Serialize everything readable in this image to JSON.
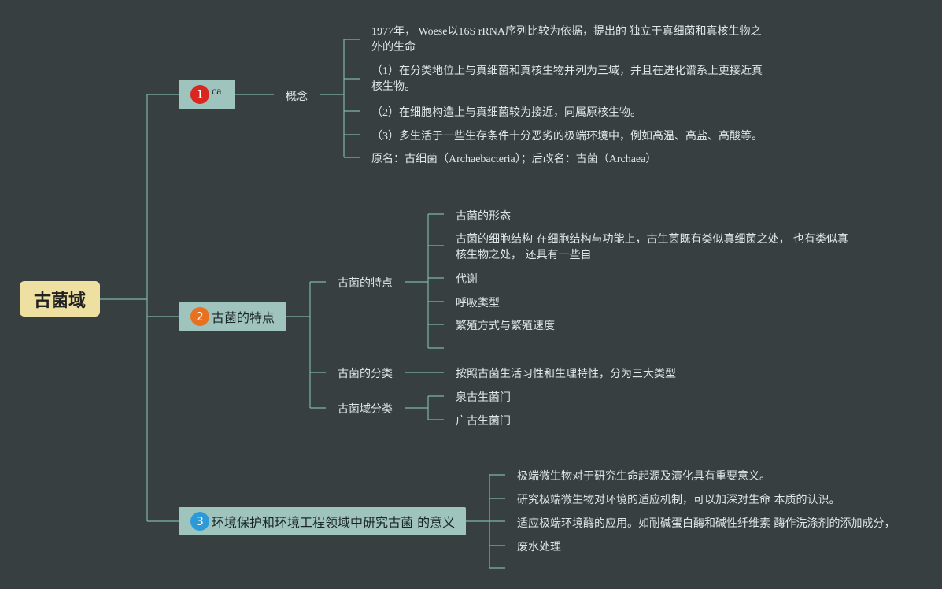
{
  "root": {
    "label": "古菌域"
  },
  "branches": [
    {
      "number": "1",
      "label": "ca",
      "children": [
        {
          "label": "概念",
          "children": [
            "1977年， Woese以16S rRNA序列比较为依据，提出的 独立于真细菌和真核生物之外的生命",
            "（1）在分类地位上与真细菌和真核生物并列为三域，并且在进化谱系上更接近真核生物。",
            "（2）在细胞构造上与真细菌较为接近，同属原核生物。",
            "（3）多生活于一些生存条件十分恶劣的极端环境中，例如高温、高盐、高酸等。",
            "原名：古细菌（Archaebacteria）；后改名：古菌（Archaea）"
          ]
        }
      ]
    },
    {
      "number": "2",
      "label": "古菌的特点",
      "children": [
        {
          "label": "古菌的特点",
          "children": [
            "古菌的形态",
            "古菌的细胞结构 在细胞结构与功能上，古生菌既有类似真细菌之处， 也有类似真核生物之处， 还具有一些自",
            "代谢",
            "呼吸类型",
            "繁殖方式与繁殖速度",
            ""
          ]
        },
        {
          "label": "古菌的分类",
          "children": [
            "按照古菌生活习性和生理特性，分为三大类型"
          ]
        },
        {
          "label": "古菌域分类",
          "children": [
            "泉古生菌门",
            "广古生菌门"
          ]
        }
      ]
    },
    {
      "number": "3",
      "label": "环境保护和环境工程领域中研究古菌 的意义",
      "children": [
        "极端微生物对于研究生命起源及演化具有重要意义。",
        "研究极端微生物对环境的适应机制，可以加深对生命 本质的认识。",
        "适应极端环境酶的应用。如耐碱蛋白酶和碱性纤维素 酶作洗涤剂的添加成分，",
        "废水处理",
        ""
      ]
    }
  ],
  "colors": {
    "background": "#373f41",
    "root_fill": "#eee0a0",
    "branch_fill": "#9ec4bd",
    "connector": "#7fb3ab",
    "badge_1": "#d9271f",
    "badge_2": "#e8701e",
    "badge_3": "#2d9ad8"
  }
}
